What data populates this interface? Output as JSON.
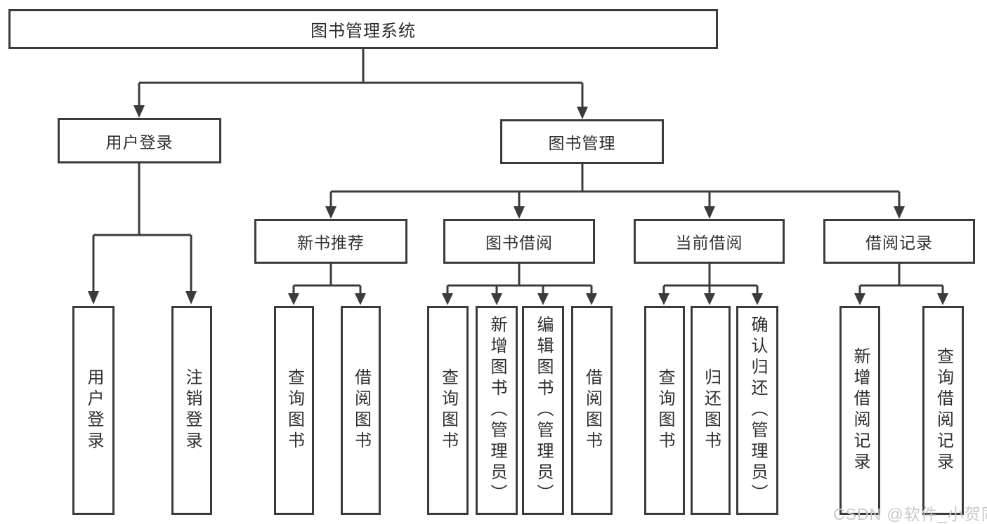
{
  "title": "图书管理系统",
  "branches": {
    "user_login": "用户登录",
    "book_mgmt": "图书管理",
    "new_book_rec": "新书推荐",
    "book_borrow": "图书借阅",
    "current_borrow": "当前借阅",
    "borrow_record": "借阅记录"
  },
  "leaves": {
    "login": [
      "用户登录",
      "注销登录"
    ],
    "new_book": [
      "查询图书",
      "借阅图书"
    ],
    "borrow": [
      "查询图书",
      "新增图书（管理员）",
      "编辑图书（管理员）",
      "借阅图书"
    ],
    "current": [
      "查询图书",
      "归还图书",
      "确认归还（管理员）"
    ],
    "record": [
      "新增借阅记录",
      "查询借阅记录"
    ]
  },
  "colors": {
    "line": "#3b3b3b",
    "text": "#2e2e2e",
    "watermark": "#c9c9c9",
    "background": "#ffffff"
  },
  "watermark": "CSDN @软件_小贺同学"
}
